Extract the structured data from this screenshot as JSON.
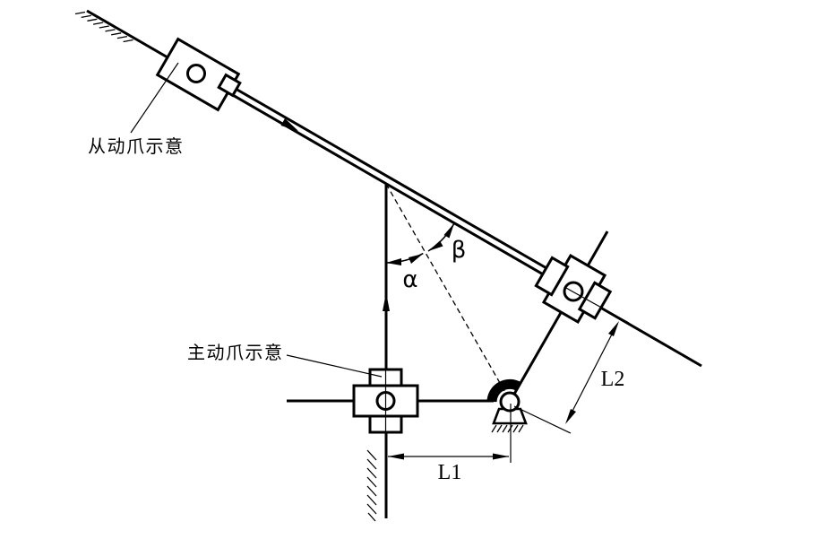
{
  "diagram": {
    "background": "#ffffff",
    "line_color": "#000000",
    "labels": {
      "driven_claw": "从动爪示意",
      "driving_claw": "主动爪示意",
      "alpha": "α",
      "beta": "β",
      "l1": "L1",
      "l2": "L2"
    }
  }
}
